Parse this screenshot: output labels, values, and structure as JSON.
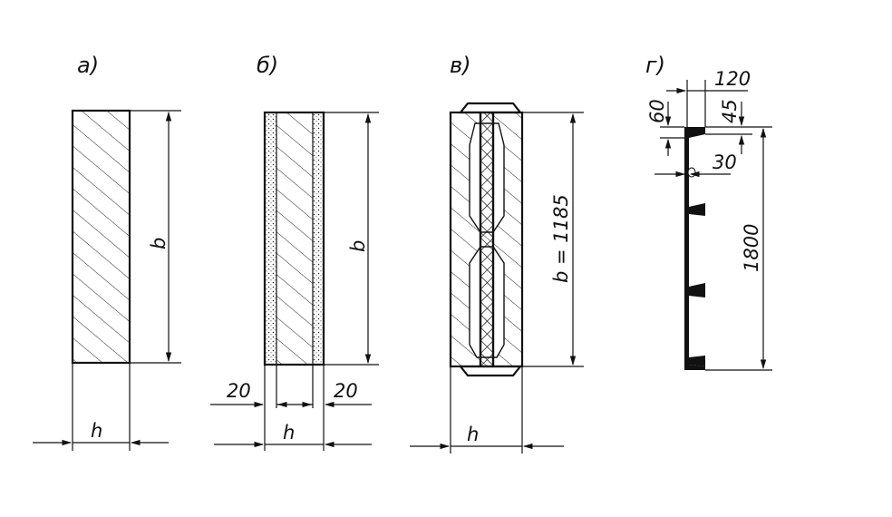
{
  "figure": {
    "panel_a": {
      "label": "а)",
      "dim_b": "b",
      "dim_h": "h"
    },
    "panel_b": {
      "label": "б)",
      "dim_b": "b",
      "dim_h": "h",
      "dim_left": "20",
      "dim_right": "20"
    },
    "panel_v": {
      "label": "в)",
      "dim_b": "b = 1185",
      "dim_h": "h"
    },
    "panel_g": {
      "label": "г)",
      "dim_120": "120",
      "dim_60": "60",
      "dim_45": "45",
      "dim_30": "30",
      "dim_1800": "1800"
    }
  }
}
